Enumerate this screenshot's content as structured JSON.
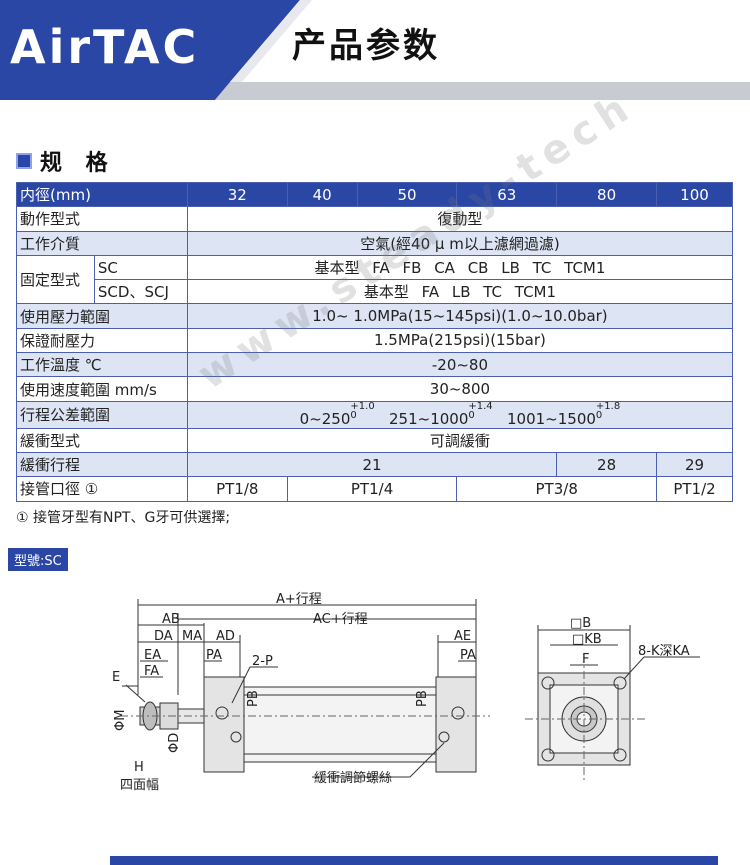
{
  "header": {
    "brand": "AirTAC",
    "title": "产品参数"
  },
  "section": {
    "title": "规 格"
  },
  "spec_table": {
    "header_label": "内徑(mm)",
    "bores": [
      "32",
      "40",
      "50",
      "63",
      "80",
      "100"
    ],
    "rows": {
      "action_label": "動作型式",
      "action_value": "復動型",
      "medium_label": "工作介質",
      "medium_value": "空氣(經40 μ m以上濾網過濾)",
      "mount_label": "固定型式",
      "mount_sc_label": "SC",
      "mount_sc_value": "基本型 FA FB CA CB LB TC TCM1",
      "mount_scd_label": "SCD、SCJ",
      "mount_scd_value": "基本型 FA LB TC TCM1",
      "pressure_label": "使用壓力範圍",
      "pressure_value": "1.0~ 1.0MPa(15~145psi)(1.0~10.0bar)",
      "proof_label": "保證耐壓力",
      "proof_value": "1.5MPa(215psi)(15bar)",
      "temp_label": "工作溫度 ℃",
      "temp_value": "-20~80",
      "speed_label": "使用速度範圍 mm/s",
      "speed_value": "30~800",
      "stroke_tol_label": "行程公差範圍",
      "stroke_tol_1": "0~250",
      "stroke_tol_1_sup": "+1.0",
      "stroke_tol_1_sub": "0",
      "stroke_tol_2": "251~1000",
      "stroke_tol_2_sup": "+1.4",
      "stroke_tol_2_sub": "0",
      "stroke_tol_3": "1001~1500",
      "stroke_tol_3_sup": "+1.8",
      "stroke_tol_3_sub": "0",
      "cushion_label": "緩衝型式",
      "cushion_value": "可調緩衝",
      "cushion_stroke_label": "緩衝行程",
      "cushion_stroke_a": "21",
      "cushion_stroke_b": "28",
      "cushion_stroke_c": "29",
      "port_label": "接管口徑 ①",
      "port_a": "PT1/8",
      "port_b": "PT1/4",
      "port_c": "PT3/8",
      "port_d": "PT1/2"
    }
  },
  "footnote": "① 接管牙型有NPT、G牙可供選擇;",
  "watermark": "www.steady-tech",
  "model_tag": "型號:SC",
  "drawing": {
    "a_stroke": "A+行程",
    "ac_stroke": "AC+行程",
    "ab": "AB",
    "da": "DA",
    "ma": "MA",
    "ad": "AD",
    "ae": "AE",
    "ea": "EA",
    "fa": "FA",
    "pa": "PA",
    "e": "E",
    "two_p": "2-P",
    "pb": "PB",
    "phi_m": "ΦM",
    "phi_d": "ΦD",
    "h": "H",
    "four_sides": "四面幅",
    "cushion_screw": "緩衝調節螺絲",
    "sq_b": "□B",
    "sq_kb": "□KB",
    "f": "F",
    "k_ka": "8-K深KA"
  },
  "colors": {
    "brand_blue": "#2b47a6",
    "table_shade": "#dde4f4"
  }
}
